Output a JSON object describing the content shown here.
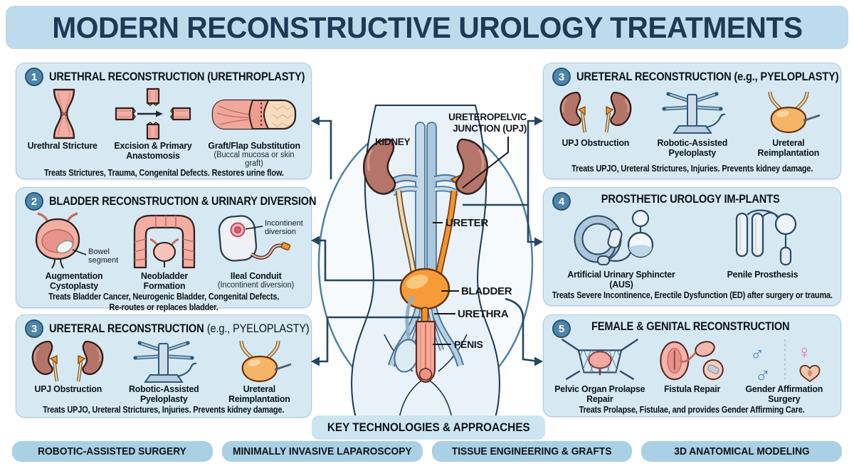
{
  "title": "MODERN RECONSTRUCTIVE UROLOGY TREATMENTS",
  "panels": [
    {
      "number": "1",
      "title": "URETHRAL RECONSTRUCTION (URETHROPLASTY)",
      "title_light": "",
      "items": [
        {
          "label": "Urethral Stricture"
        },
        {
          "label": "Excision & Primary Anastomosis"
        },
        {
          "label": "Graft/Flap Substitution",
          "sublabel": "(Buccal mucosa or skin graft)"
        }
      ],
      "footer": "Treats Strictures, Trauma, Congenital Defects. Restores urine flow.",
      "footer2": ""
    },
    {
      "number": "2",
      "title": "BLADDER RECONSTRUCTION & URINARY DIVERSION",
      "title_light": "",
      "items": [
        {
          "label": "Augmentation Cystoplasty",
          "callout_lines": [
            "Bowel",
            "segment"
          ]
        },
        {
          "label": "Neobladder Formation"
        },
        {
          "label": "Ileal Conduit",
          "sublabel": "(Incontinent diversion)",
          "callout_lines": [
            "Incontinent",
            "diversion"
          ]
        }
      ],
      "footer": "Treats Bladder Cancer, Neurogenic Bladder, Congenital Defects.",
      "footer2": "Re-routes or replaces bladder."
    },
    {
      "number": "3",
      "title": "URETERAL RECONSTRUCTION",
      "title_light": "(e.g., PYELOPLASTY)",
      "items": [
        {
          "label": "UPJ Obstruction"
        },
        {
          "label": "Robotic-Assisted Pyeloplasty"
        },
        {
          "label": "Ureteral Reimplantation"
        }
      ],
      "footer": "Treats UPJO, Ureteral Strictures, Injuries. Prevents kidney damage.",
      "footer2": ""
    },
    {
      "number": "3",
      "title": "URETERAL RECONSTRUCTION (e.g., PYELOPLASTY)",
      "title_light": "",
      "items": [
        {
          "label": "UPJ Obstruction"
        },
        {
          "label": "Robotic-Assisted Pyeloplasty"
        },
        {
          "label": "Ureteral Reimplantation"
        }
      ],
      "footer": "Treats UPJO, Ureteral Strictures, Injuries. Prevents kidney damage.",
      "footer2": ""
    },
    {
      "number": "4",
      "title": "PROSTHETIC UROLOGY IM-PLANTS",
      "title_light": "",
      "items": [
        {
          "label": "Artificial Urinary Sphincter (AUS)"
        },
        {
          "label": "Penile Prosthesis"
        }
      ],
      "footer": "Treats Severe Incontinence, Erectile Dysfunction (ED) after surgery or trauma.",
      "footer2": ""
    },
    {
      "number": "5",
      "title": "FEMALE & GENITAL RECONSTRUCTION",
      "title_light": "",
      "items": [
        {
          "label": "Pelvic Organ Prolapse Repair"
        },
        {
          "label": "Fistula Repair"
        },
        {
          "label": "Gender Affirmation Surgery"
        }
      ],
      "footer": "Treats Prolapse, Fistulae, and provides Gender Affirming Care.",
      "footer2": ""
    }
  ],
  "anatomy": {
    "kidney": "KIDNEY",
    "upj_line1": "URETEROPELVIC",
    "upj_line2": "JUNCTION (UPJ)",
    "ureter": "URETER",
    "bladder": "BLADDER",
    "urethra": "URETHRA",
    "penis": "PENIS"
  },
  "key_tech": {
    "title": "KEY TECHNOLOGIES & APPROACHES",
    "pills": [
      "ROBOTIC-ASSISTED SURGERY",
      "MINIMALLY INVASIVE LAPAROSCOPY",
      "TISSUE ENGINEERING & GRAFTS",
      "3D ANATOMICAL MODELING"
    ]
  },
  "gender_symbols": {
    "male": "♂",
    "female": "♀"
  },
  "colors": {
    "banner": "#bedbed",
    "panel_bg": "#d6e9f3",
    "badge": "#4e86aa",
    "pill": "#a9d0e4",
    "title_text": "#1d3a54",
    "accent_orange": "#f2952e",
    "accent_navy": "#24455e",
    "anatomy_pink": "#f4ada3",
    "kidney_brown": "#b5746a"
  }
}
